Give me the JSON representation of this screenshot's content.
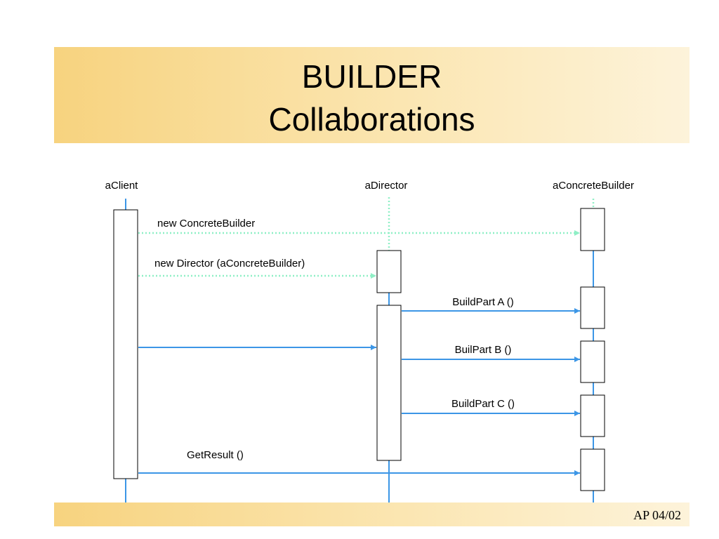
{
  "title": {
    "line1": "BUILDER",
    "line2": "Collaborations"
  },
  "footer": {
    "text": "AP 04/02"
  },
  "participants": [
    {
      "id": "client",
      "label": "aClient"
    },
    {
      "id": "director",
      "label": "aDirector"
    },
    {
      "id": "builder",
      "label": "aConcreteBuilder"
    }
  ],
  "messages": [
    {
      "label": "new ConcreteBuilder",
      "from": "client",
      "to": "builder",
      "kind": "create"
    },
    {
      "label": "new Director (aConcreteBuilder)",
      "from": "client",
      "to": "director",
      "kind": "create"
    },
    {
      "label": "BuildPart A ()",
      "from": "director",
      "to": "builder",
      "kind": "call"
    },
    {
      "label": "",
      "from": "client",
      "to": "director",
      "kind": "call"
    },
    {
      "label": "BuilPart B ()",
      "from": "director",
      "to": "builder",
      "kind": "call"
    },
    {
      "label": "BuildPart C ()",
      "from": "director",
      "to": "builder",
      "kind": "call"
    },
    {
      "label": "GetResult ()",
      "from": "client",
      "to": "builder",
      "kind": "call"
    }
  ],
  "colors": {
    "lifeline": "#3c96e6",
    "create": "#8fefc6",
    "band": "#f7d37f"
  }
}
